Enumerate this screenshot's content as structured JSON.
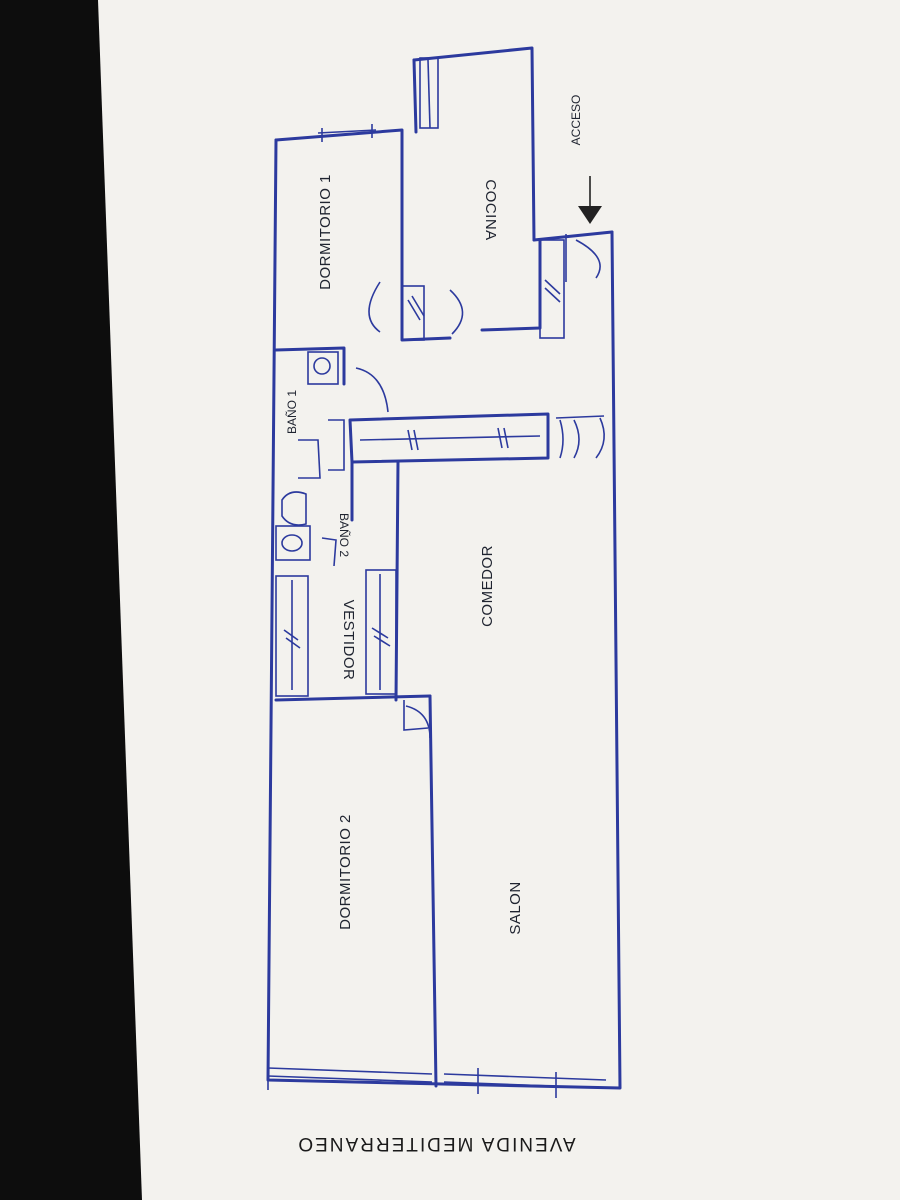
{
  "rooms": {
    "dormitorio1": "DORMITORIO 1",
    "cocina": "COCINA",
    "bano1": "BAÑO 1",
    "bano2": "BAÑO 2",
    "vestidor": "VESTIDOR",
    "comedor": "COMEDOR",
    "dormitorio2": "DORMITORIO 2",
    "salon": "SALON"
  },
  "acceso": "ACCESO",
  "street": "AVENIDA MEDITERRANEO",
  "colors": {
    "ink": "#2c3a9e",
    "paper": "#f3f2ee",
    "background": "#0d0d0d"
  }
}
